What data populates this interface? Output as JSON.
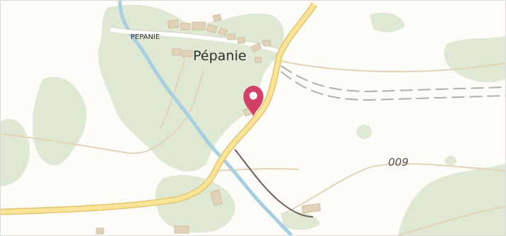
{
  "map": {
    "place_label": "Pépanie",
    "street_label": "PEPANIE",
    "road_number_label": "009",
    "marker_icon": "map-pin-icon",
    "colors": {
      "land": "#fdfcf8",
      "forest": "#dfe8d2",
      "river": "#a6cfe0",
      "main_road": "#f9e497",
      "main_road_casing": "#e4c46a",
      "minor_road": "#e3d3b7",
      "building": "#e2d2b8",
      "railway_dash": "#b0b0b0",
      "marker": "#d33f67"
    }
  }
}
